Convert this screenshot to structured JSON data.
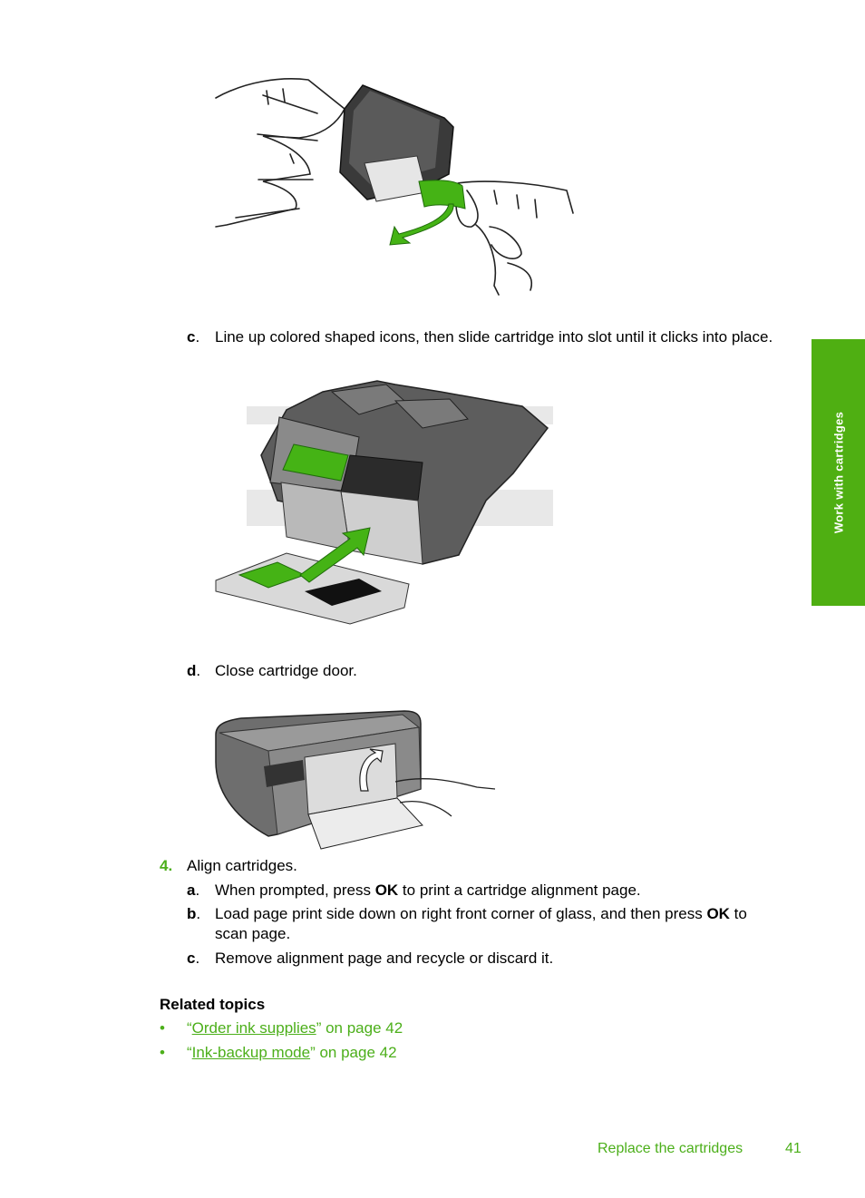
{
  "side_tab": {
    "label": "Work with cartridges"
  },
  "step3c": {
    "letter": "c",
    "text": "Line up colored shaped icons, then slide cartridge into slot until it clicks into place."
  },
  "step3d": {
    "letter": "d",
    "text": "Close cartridge door."
  },
  "step4": {
    "number": "4.",
    "text": "Align cartridges.",
    "a": {
      "letter": "a",
      "before": "When prompted, press ",
      "bold": "OK",
      "after": " to print a cartridge alignment page."
    },
    "b": {
      "letter": "b",
      "line1_before": "Load page print side down on right front corner of glass, and then press ",
      "line1_bold": "OK",
      "line1_after": " to",
      "line2": "scan page."
    },
    "c": {
      "letter": "c",
      "text": "Remove alignment page and recycle or discard it."
    }
  },
  "related": {
    "heading": "Related topics",
    "items": [
      {
        "bullet": "•",
        "open_quote": "“",
        "link": "Order ink supplies",
        "rest": "” on page 42"
      },
      {
        "bullet": "•",
        "open_quote": "“",
        "link": "Ink-backup mode",
        "rest": "” on page 42"
      }
    ]
  },
  "footer": {
    "section": "Replace the cartridges",
    "page": "41"
  },
  "colors": {
    "accent": "#4faf12",
    "link_green": "#4caf1a"
  }
}
